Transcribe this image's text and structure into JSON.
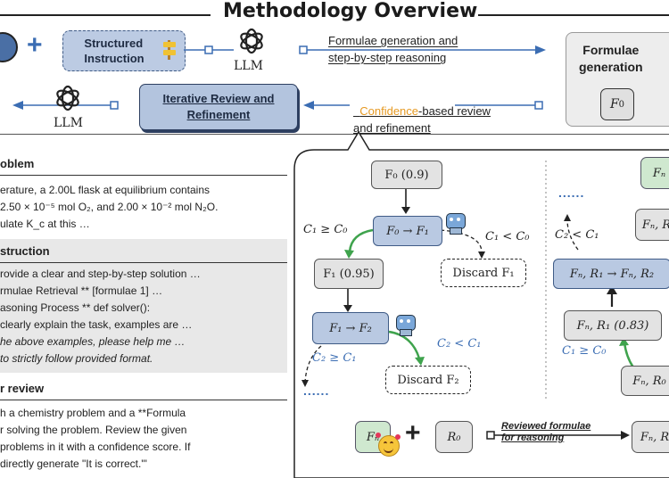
{
  "title": "Methodology Overview",
  "top": {
    "structured_instruction": "Structured\nInstruction",
    "llm_label": "LLM",
    "llm_label_2": "LLM",
    "formulae_gen_link": "Formulae generation and\nstep-by-step reasoning",
    "formulae_gen_box": "Formulae\ngeneration",
    "f0": "F",
    "f0_sub": "0",
    "iter_review": "Iterative Review and\nRefinement",
    "confidence_word": "Confidence",
    "confidence_rest": "-based review\nand refinement"
  },
  "left": {
    "problem_head": "oblem",
    "problem_l1": "erature, a 2.00L flask at equilibrium contains",
    "problem_l2": "2.50 × 10⁻⁵ mol O₂, and 2.00 × 10⁻² mol N₂O.",
    "problem_l3": "ulate K_c at this …",
    "instr_head": "struction",
    "instr_l1": "rovide a clear and step-by-step solution …",
    "instr_l2": "rmulae Retrieval **  [formulae 1] …",
    "instr_l3": "asoning Process **  def solver():",
    "instr_l4": "clearly explain the task, examples are …",
    "instr_l5": "he above examples, please help me …",
    "instr_l6": "to strictly follow provided format.",
    "review_head": "r review",
    "review_l1": "h a chemistry problem and a **Formula",
    "review_l2": "r solving the problem. Review the given",
    "review_l3": "problems in it with a confidence score. If",
    "review_l4": "directly generate \"It is correct.\"'"
  },
  "flow": {
    "f0_conf": "F₀ (0.9)",
    "f0_to_f1": "F₀ → F₁",
    "c1_ge_c0": "C₁ ≥ C₀",
    "c1_lt_c0": "C₁ < C₀",
    "discard_f1": "Discard F₁",
    "f1_conf": "F₁ (0.95)",
    "f1_to_f2": "F₁ → F₂",
    "c2_ge_c1": "C₂ ≥ C₁",
    "c2_lt_c1": "C₂ < C₁",
    "discard_f2": "Discard F₂",
    "dots": "......",
    "fn_green": "Fₙ",
    "fn_r1_gray": "Fₙ, R",
    "c2_lt_c1_right": "C₂ < C₁",
    "fn_r1_to_r2": "Fₙ, R₁ → Fₙ, R₂",
    "fn_r1_conf": "Fₙ, R₁ (0.83)",
    "c1_ge_c0_right": "C₁ ≥ C₀",
    "fn_r0": "Fₙ, R₀",
    "dots_right": "......",
    "bottom_fn": "Fₙ",
    "plus": "+",
    "bottom_r0": "R₀",
    "reviewed_label": "Reviewed formulae\nfor reasoning",
    "bottom_fn_r": "Fₙ, R"
  }
}
